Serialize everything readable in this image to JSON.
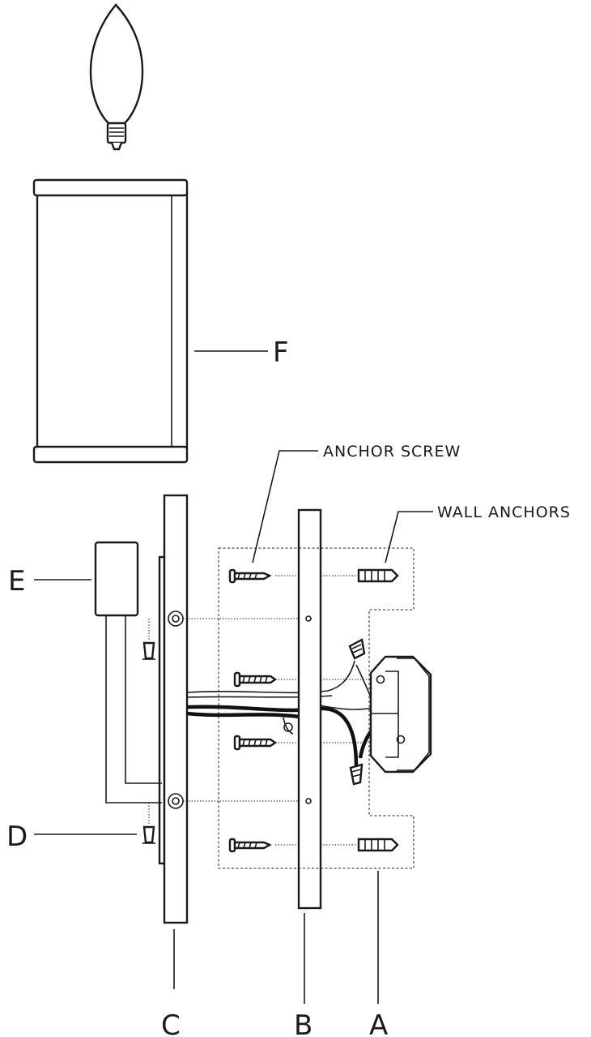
{
  "labels": {
    "A": "A",
    "B": "B",
    "C": "C",
    "D": "D",
    "E": "E",
    "F": "F",
    "anchor_screw": "ANCHOR SCREW",
    "wall_anchors": "WALL ANCHORS"
  }
}
